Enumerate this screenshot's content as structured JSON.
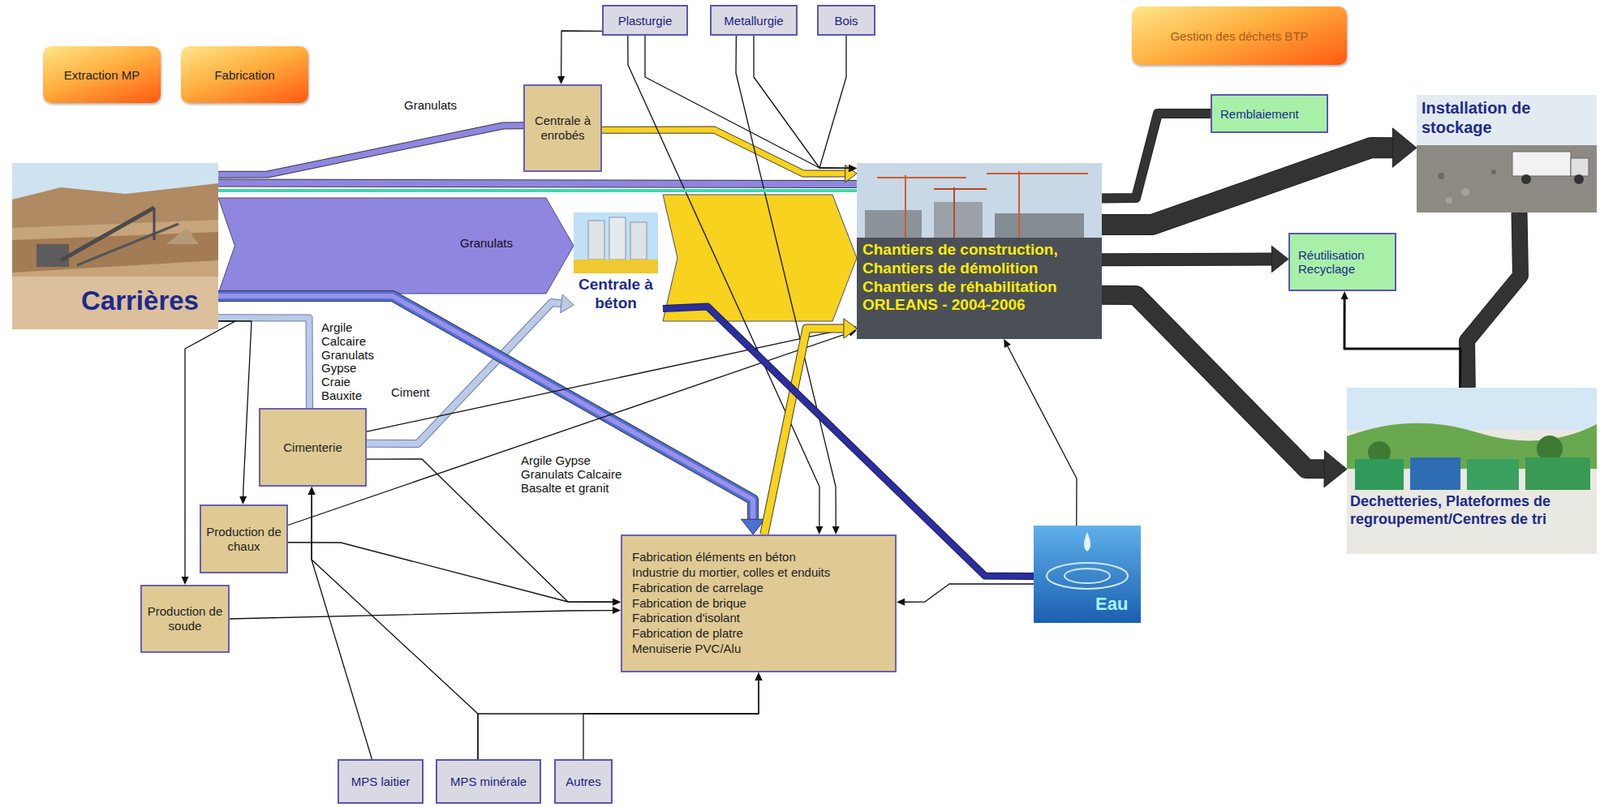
{
  "diagram": {
    "nodes": [
      {
        "text": [
          "Extraction MP"
        ]
      },
      {
        "text": [
          "Fabrication"
        ]
      },
      {
        "text": [
          "Plasturgie"
        ]
      },
      {
        "text": [
          "Metallurgie"
        ]
      },
      {
        "text": [
          "Bois"
        ]
      },
      {
        "text": [
          "Gestion des déchets BTP"
        ]
      },
      {
        "text": [
          "Centrale à enrobés"
        ]
      },
      {
        "text": [
          "Carrières"
        ]
      },
      {
        "text": [
          "Centrale à béton"
        ]
      },
      {
        "text": [
          "Chantiers de construction,",
          "Chantiers de démolition",
          "Chantiers de réhabilitation",
          "ORLEANS - 2004-2006"
        ]
      },
      {
        "text": [
          "Remblaiement"
        ]
      },
      {
        "text": [
          "Installation de stockage"
        ]
      },
      {
        "text": [
          "Réutilisation Recyclage"
        ]
      },
      {
        "text": [
          "Dechetteries, Plateformes de regroupement/Centres de tri"
        ]
      },
      {
        "text": [
          "Cimenterie"
        ]
      },
      {
        "text": [
          "Production de chaux"
        ]
      },
      {
        "text": [
          "Production de soude"
        ]
      },
      {
        "text": [
          "Fabrication éléments en béton",
          "Industrie du mortier, colles et enduits",
          "Fabrication de carrelage",
          "Fabrication de brique",
          "Fabrication d'isolant",
          "Fabrication de platre",
          "Menuiserie PVC/Alu"
        ]
      },
      {
        "text": [
          "Eau"
        ]
      },
      {
        "text": [
          "MPS laitier"
        ]
      },
      {
        "text": [
          "MPS minérale"
        ]
      },
      {
        "text": [
          "Autres"
        ]
      }
    ],
    "edges": [
      {
        "from": 7,
        "to": 6,
        "label": "Granulats",
        "arrow": "none"
      },
      {
        "from": 7,
        "to": 9,
        "arrow": "none"
      },
      {
        "from": 7,
        "to": 8,
        "label": "Granulats",
        "arrow": "to"
      },
      {
        "from": 8,
        "to": 9,
        "arrow": "to"
      },
      {
        "from": 6,
        "to": 9,
        "arrow": "to"
      },
      {
        "from": 2,
        "to": 6,
        "arrow": "to"
      },
      {
        "from": 2,
        "to": 9,
        "arrow": "to"
      },
      {
        "from": 3,
        "to": 9,
        "arrow": "to"
      },
      {
        "from": 4,
        "to": 9,
        "arrow": "to"
      },
      {
        "from": 2,
        "to": 17,
        "arrow": "to"
      },
      {
        "from": 3,
        "to": 17,
        "arrow": "to"
      },
      {
        "from": 7,
        "to": 14,
        "label": "Argile Calcaire Granulats Gypse Craie Bauxite",
        "arrow": "none"
      },
      {
        "from": 14,
        "to": 8,
        "label": "Ciment",
        "arrow": "to"
      },
      {
        "from": 7,
        "to": 17,
        "label": "Argile Gypse Granulats Calcaire Basalte et granit",
        "arrow": "to"
      },
      {
        "from": 7,
        "to": 15,
        "arrow": "to"
      },
      {
        "from": 7,
        "to": 16,
        "arrow": "to"
      },
      {
        "from": 14,
        "to": 9,
        "arrow": "to"
      },
      {
        "from": 14,
        "to": 17,
        "arrow": "to"
      },
      {
        "from": 15,
        "to": 17,
        "arrow": "to"
      },
      {
        "from": 15,
        "to": 9,
        "arrow": "to"
      },
      {
        "from": 16,
        "to": 17,
        "arrow": "to"
      },
      {
        "from": 19,
        "to": 14,
        "arrow": "to"
      },
      {
        "from": 20,
        "to": 14,
        "arrow": "to"
      },
      {
        "from": 20,
        "to": 17,
        "arrow": "to"
      },
      {
        "from": 21,
        "to": 17,
        "arrow": "to"
      },
      {
        "from": 17,
        "to": 9,
        "arrow": "to"
      },
      {
        "from": 18,
        "to": 9,
        "arrow": "to"
      },
      {
        "from": 18,
        "to": 17,
        "arrow": "to"
      },
      {
        "from": 18,
        "to": 8,
        "arrow": "none"
      },
      {
        "from": 9,
        "to": 10,
        "arrow": "none"
      },
      {
        "from": 9,
        "to": 11,
        "arrow": "to"
      },
      {
        "from": 9,
        "to": 12,
        "arrow": "to"
      },
      {
        "from": 9,
        "to": 13,
        "arrow": "to"
      },
      {
        "from": 13,
        "to": 11,
        "arrow": "none"
      },
      {
        "from": 13,
        "to": 12,
        "arrow": "to"
      }
    ]
  }
}
